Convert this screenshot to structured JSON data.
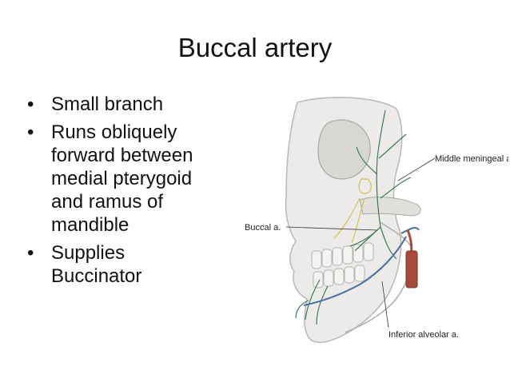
{
  "slide": {
    "title": "Buccal artery",
    "bullets": [
      "Small branch",
      "Runs obliquely forward between medial pterygoid and ramus of mandible",
      "Supplies Buccinator"
    ],
    "bullet_symbol": "•"
  },
  "figure": {
    "labels": {
      "buccal": "Buccal a.",
      "middle_meningeal": "Middle meningeal a.",
      "inferior_alveolar": "Inferior alveolar a."
    },
    "colors": {
      "bone": "#ecebea",
      "bone_shadow": "#b9b8b5",
      "artery": "#a54b3a",
      "nerve": "#3c7a5a",
      "vein": "#4b6fa0",
      "ganglion": "#d4c15a"
    }
  }
}
